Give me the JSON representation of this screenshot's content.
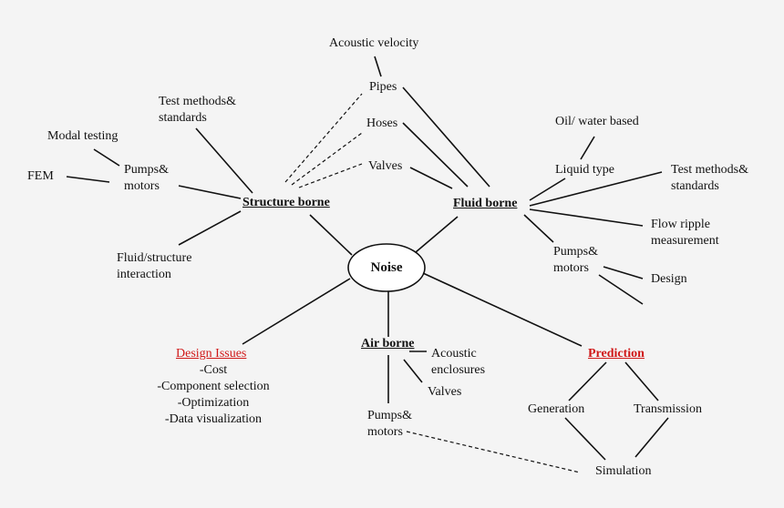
{
  "center": "Noise",
  "structure": {
    "title": "Structure borne",
    "test_methods": "Test methods&\nstandards",
    "modal_testing": "Modal testing",
    "fem": "FEM",
    "pumps_motors": "Pumps&\nmotors",
    "fluid_structure": "Fluid/structure\ninteraction"
  },
  "fluid": {
    "title": "Fluid borne",
    "acoustic_velocity": "Acoustic velocity",
    "pipes": "Pipes",
    "hoses": "Hoses",
    "valves": "Valves",
    "oil_water": "Oil/ water based",
    "liquid_type": "Liquid type",
    "test_methods": "Test methods&\nstandards",
    "flow_ripple": "Flow ripple\nmeasurement",
    "pumps_motors": "Pumps&\nmotors",
    "design": "Design"
  },
  "design_issues": {
    "title": "Design Issues",
    "items": [
      "-Cost",
      "-Component selection",
      "-Optimization",
      "-Data visualization"
    ]
  },
  "air": {
    "title": "Air borne",
    "acoustic_enclosures": "Acoustic\nenclosures",
    "valves": "Valves",
    "pumps_motors": "Pumps&\nmotors"
  },
  "prediction": {
    "title": "Prediction",
    "generation": "Generation",
    "transmission": "Transmission",
    "simulation": "Simulation"
  },
  "colors": {
    "accent_red": "#d01818",
    "line": "#111111",
    "background": "#f4f4f4"
  }
}
